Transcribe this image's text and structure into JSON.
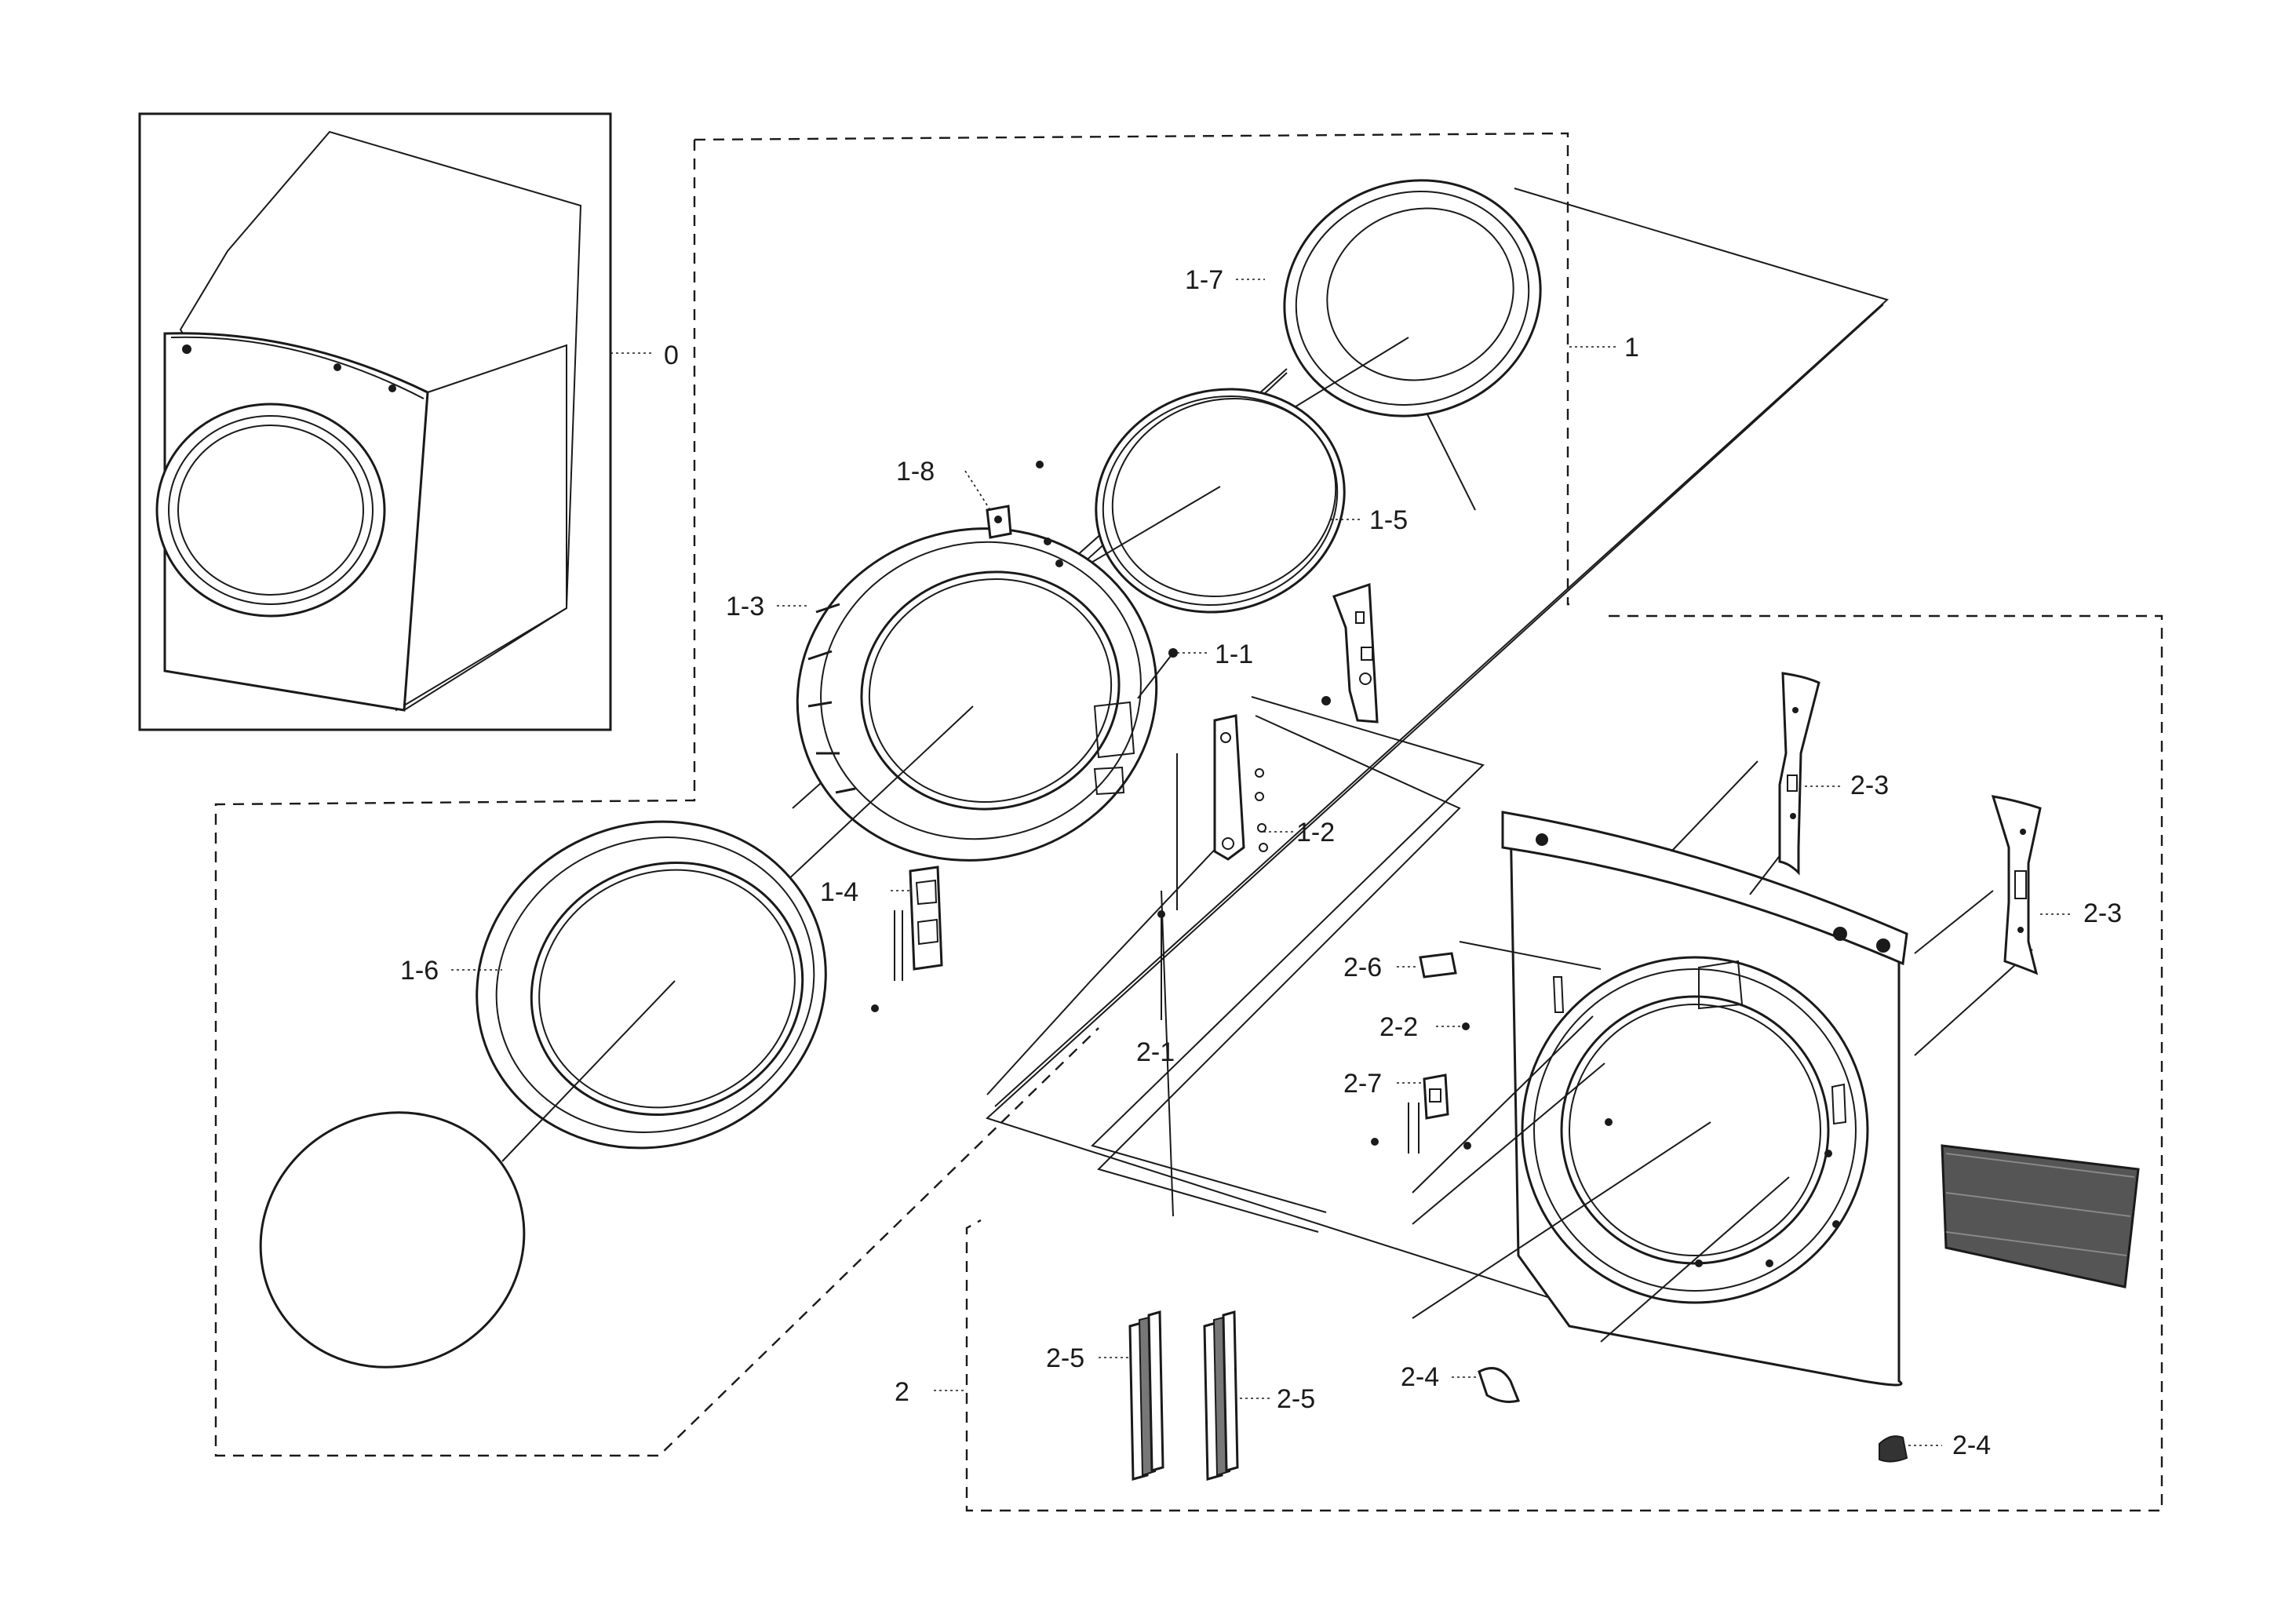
{
  "callouts": {
    "c0": "0",
    "c1": "1",
    "c1_1": "1-1",
    "c1_2": "1-2",
    "c1_3": "1-3",
    "c1_4": "1-4",
    "c1_5": "1-5",
    "c1_6": "1-6",
    "c1_7": "1-7",
    "c1_8": "1-8",
    "c2": "2",
    "c2_1": "2-1",
    "c2_2": "2-2",
    "c2_3a": "2-3",
    "c2_3b": "2-3",
    "c2_4a": "2-4",
    "c2_4b": "2-4",
    "c2_5a": "2-5",
    "c2_5b": "2-5",
    "c2_6": "2-6",
    "c2_7": "2-7"
  }
}
